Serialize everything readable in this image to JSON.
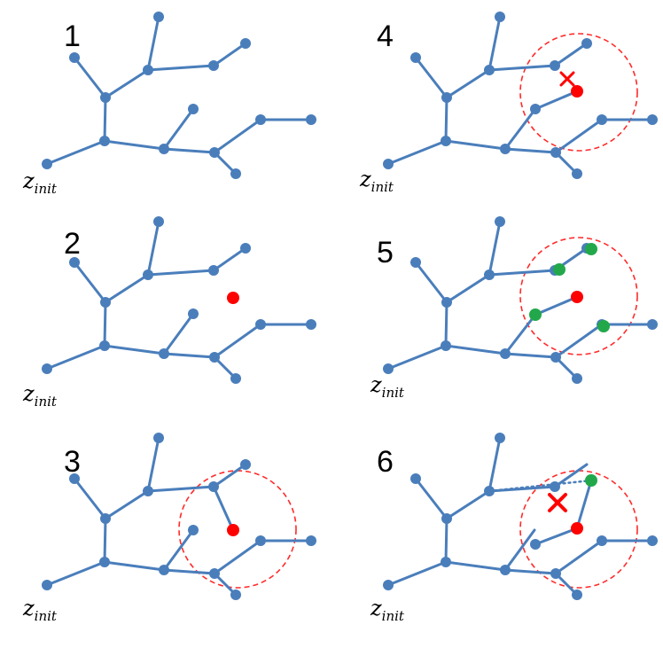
{
  "colors": {
    "tree": "#4a7ebb",
    "sample": "#ff0000",
    "near": "#22a84a",
    "radius": "#ff2a2a",
    "background": "#ffffff"
  },
  "origin_label": {
    "base": "z",
    "subscript": "init"
  },
  "panels": [
    {
      "label": "1"
    },
    {
      "label": "2"
    },
    {
      "label": "3"
    },
    {
      "label": "4"
    },
    {
      "label": "5"
    },
    {
      "label": "6"
    }
  ]
}
